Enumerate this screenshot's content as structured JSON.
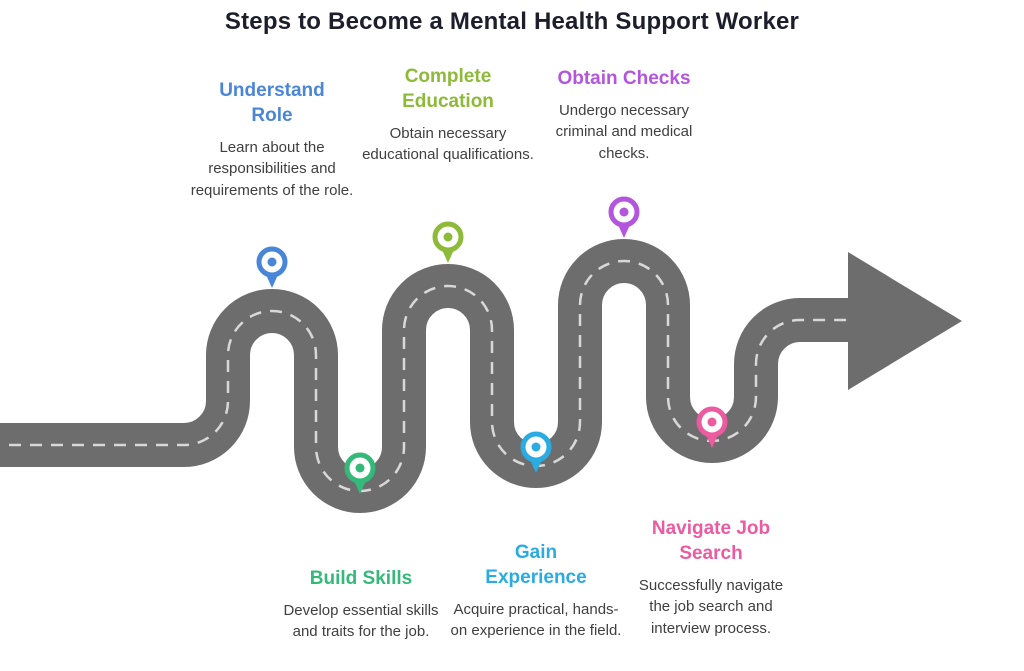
{
  "title": "Steps to Become a Mental Health Support Worker",
  "road": {
    "color": "#6d6d6d",
    "dash_color": "#d8d8d8"
  },
  "steps": [
    {
      "label": "Understand Role",
      "description": "Learn about the responsibilities and requirements of the role.",
      "color": "#4a86d8"
    },
    {
      "label": "Complete Education",
      "description": "Obtain necessary educational qualifications.",
      "color": "#8dba38"
    },
    {
      "label": "Obtain Checks",
      "description": "Undergo necessary criminal and medical checks.",
      "color": "#b455dd"
    },
    {
      "label": "Build Skills",
      "description": "Develop essential skills and traits for the job.",
      "color": "#34b97b"
    },
    {
      "label": "Gain Experience",
      "description": "Acquire practical, hands-on experience in the field.",
      "color": "#2aabe2"
    },
    {
      "label": "Navigate Job Search",
      "description": "Successfully navigate the job search and interview process.",
      "color": "#ec5a9f"
    }
  ]
}
